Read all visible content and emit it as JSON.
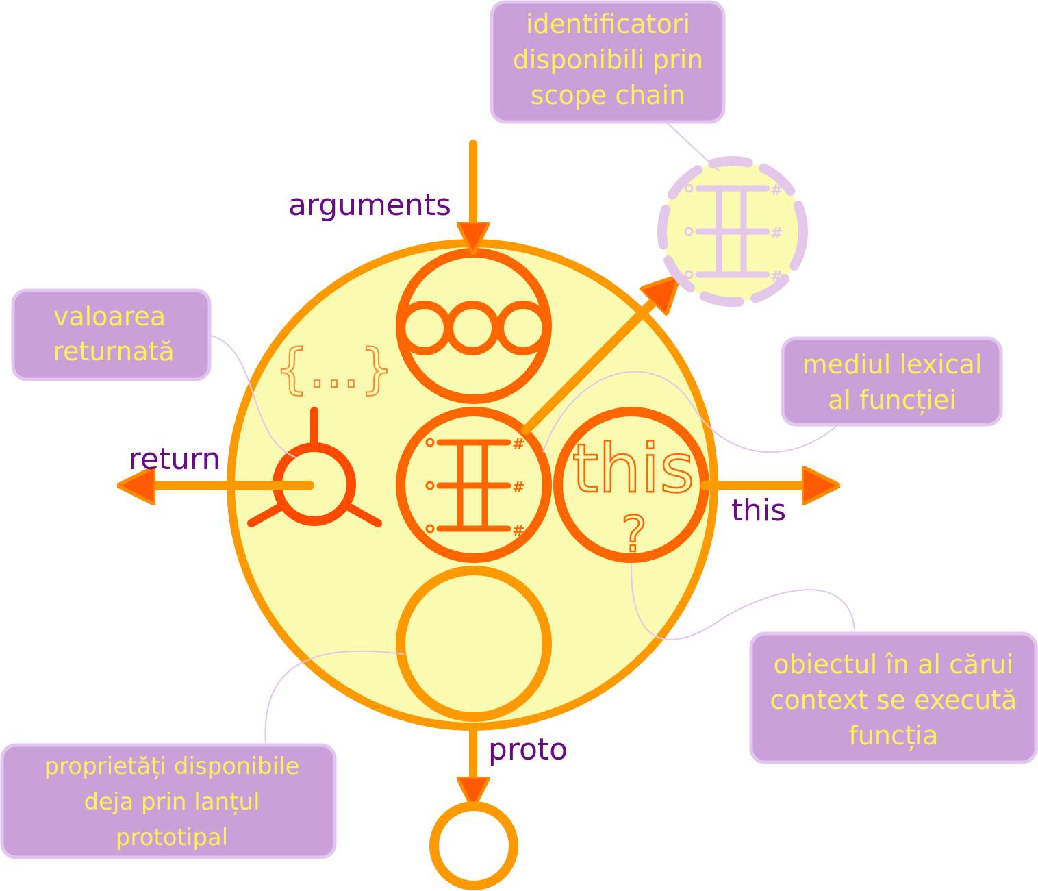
{
  "labels": {
    "arguments": "arguments",
    "return": "return",
    "this_out": "this",
    "proto": "proto"
  },
  "glyphs": {
    "body": "{...}",
    "this_word": "this",
    "question": "?",
    "hash": "#"
  },
  "callouts": {
    "scope": [
      "identificatori",
      "disponibili prin",
      "scope chain"
    ],
    "return_value": [
      "valoarea",
      "returnată"
    ],
    "lexical": [
      "mediul lexical",
      "al funcției"
    ],
    "context": [
      "obiectul în al cărui",
      "context se execută",
      "funcția"
    ],
    "prototype": [
      "proprietăți disponibile",
      "deja prin lanțul",
      "prototipal"
    ]
  },
  "colors": {
    "main_fill": "#fafab0",
    "main_stroke": "#ff9900",
    "dark_orange": "#ff6600",
    "red_orange": "#ff4a00",
    "callout_fill": "#c9a0d8",
    "callout_border": "#e3c6ef",
    "callout_text": "#ffef5a",
    "label_text": "#6a0a8a",
    "scope_dash": "#e3c8ea"
  },
  "icons": [
    "down-arrow-icon",
    "left-arrow-icon",
    "right-arrow-icon",
    "diagonal-arrow-icon",
    "scope-chain-icon",
    "return-symbol-icon"
  ]
}
